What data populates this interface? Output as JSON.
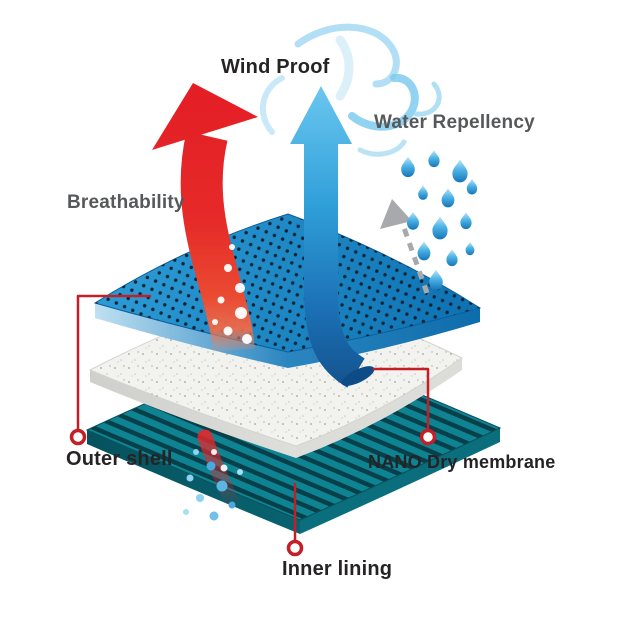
{
  "diagram": {
    "arrows": {
      "wind_proof": "Wind Proof",
      "water_repellency": "Water Repellency",
      "breathability": "Breathability"
    },
    "layers": {
      "outer_shell": "Outer shell",
      "nano_dry_membrane": "NANO Dry membrane",
      "inner_lining": "Inner lining"
    },
    "colors": {
      "outer_shell_blue": "#1b8ccc",
      "membrane_white": "#f2f2ef",
      "inner_lining_teal": "#0e8492",
      "breathability_red": "#e8262a",
      "wind_blue": "#2f9fd8",
      "water_droplet_blue": "#2ea9e0",
      "connector_red": "#c21f26",
      "label_gray": "#57585a",
      "label_black": "#262325"
    }
  }
}
